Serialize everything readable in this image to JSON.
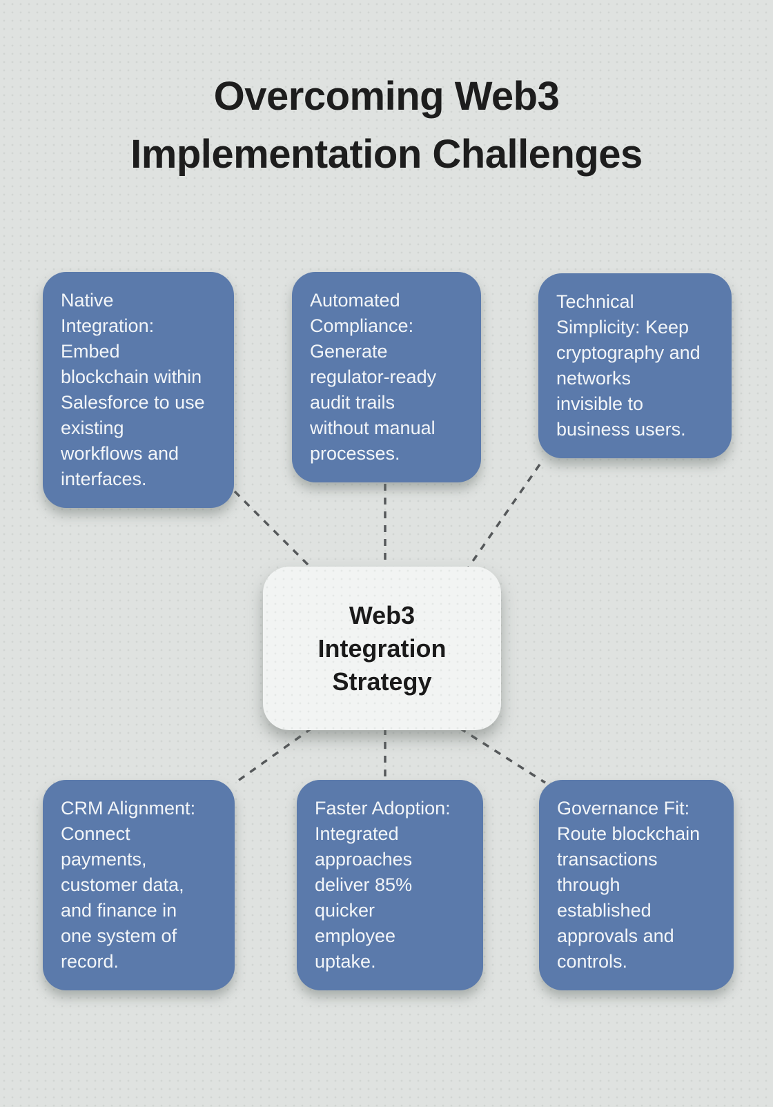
{
  "title": {
    "text": "Overcoming Web3\nImplementation Challenges"
  },
  "center": {
    "label": "Web3\nIntegration\nStrategy"
  },
  "nodes": [
    {
      "id": "native-integration",
      "label": "Native\nIntegration:\nEmbed\nblockchain within\nSalesforce to use\nexisting\nworkflows and\ninterfaces."
    },
    {
      "id": "automated-compliance",
      "label": "Automated\nCompliance:\nGenerate\nregulator-ready\naudit trails\nwithout manual\nprocesses."
    },
    {
      "id": "technical-simplicity",
      "label": "Technical\nSimplicity: Keep\ncryptography and\nnetworks\ninvisible to\nbusiness users."
    },
    {
      "id": "crm-alignment",
      "label": "CRM Alignment:\nConnect\npayments,\ncustomer data,\nand finance in\none system of\nrecord."
    },
    {
      "id": "faster-adoption",
      "label": "Faster Adoption:\nIntegrated\napproaches\ndeliver 85%\nquicker\nemployee\nuptake."
    },
    {
      "id": "governance-fit",
      "label": "Governance Fit:\nRoute blockchain\ntransactions\nthrough\nestablished\napprovals and\ncontrols."
    }
  ],
  "colors": {
    "background": "#dfe2e0",
    "node_fill": "#5b7aab",
    "node_text": "#f2f5f8",
    "center_fill": "#f2f4f3",
    "center_text": "#1a1a1a",
    "title_text": "#1d1d1d",
    "connector": "#55585a"
  }
}
